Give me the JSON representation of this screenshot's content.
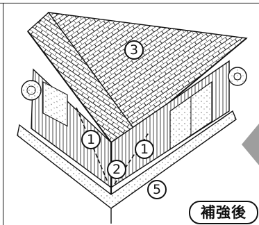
{
  "callouts": {
    "roof": "3",
    "wall_left": "1",
    "wall_right": "1",
    "brace": "2",
    "foundation": "5"
  },
  "badge": {
    "label": "補強後"
  },
  "colors": {
    "line": "#111111",
    "tab": "#9e9e9e"
  },
  "icons": {
    "next": "triangle-left-icon"
  }
}
